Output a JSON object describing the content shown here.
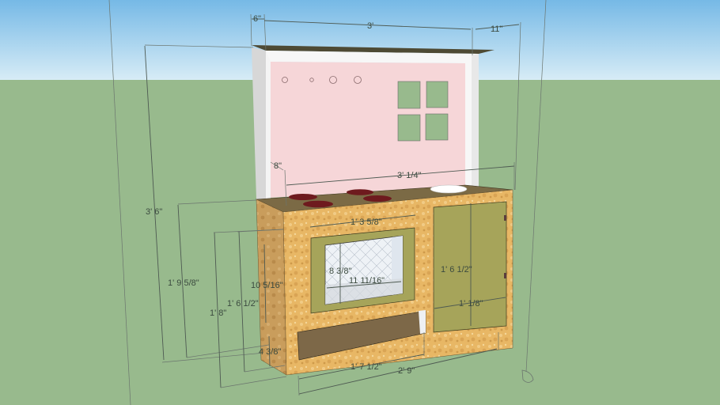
{
  "scene": {
    "title": "Play kitchen model",
    "colors": {
      "sky_top": "#7fbfe8",
      "sky_bottom": "#d6ecf6",
      "ground": "#98ba8d",
      "board": "#e9b766",
      "board_side": "#c69a57",
      "countertop": "#7b6a45",
      "backsplash": "#f6d6d8",
      "frame": "#f7f7f7",
      "door": "#a6a45a",
      "burner": "#6e1a1e",
      "sink": "#ffffff",
      "oven_glass": "#eef2f6",
      "shelf_back": "#7d6848",
      "dimension": "#3b4a3f"
    }
  },
  "dimensions": {
    "top_left_offset": "6\"",
    "top_width": "3'",
    "top_right_depth": "11\"",
    "inner_offset": "8\"",
    "counter_width": "3' 1/4\"",
    "overall_height": "3' 6\"",
    "counter_height": "1' 9 5/8\"",
    "side_height": "1' 8\"",
    "front_height": "1' 6 1/2\"",
    "oven_opening_height": "10 5/16\"",
    "base_height": "4 3/8\"",
    "oven_frame_width": "1' 3 5/8\"",
    "window_height": "8 3/8\"",
    "window_width": "11 11/16\"",
    "door_height": "1' 6 1/2\"",
    "door_width": "1' 1/8\"",
    "shelf_width": "1' 7 1/2\"",
    "base_width": "2' 9\""
  },
  "backsplash": {
    "knobs": 4,
    "window_panes": 4
  },
  "countertop": {
    "burners": 4,
    "sinks": 1
  }
}
